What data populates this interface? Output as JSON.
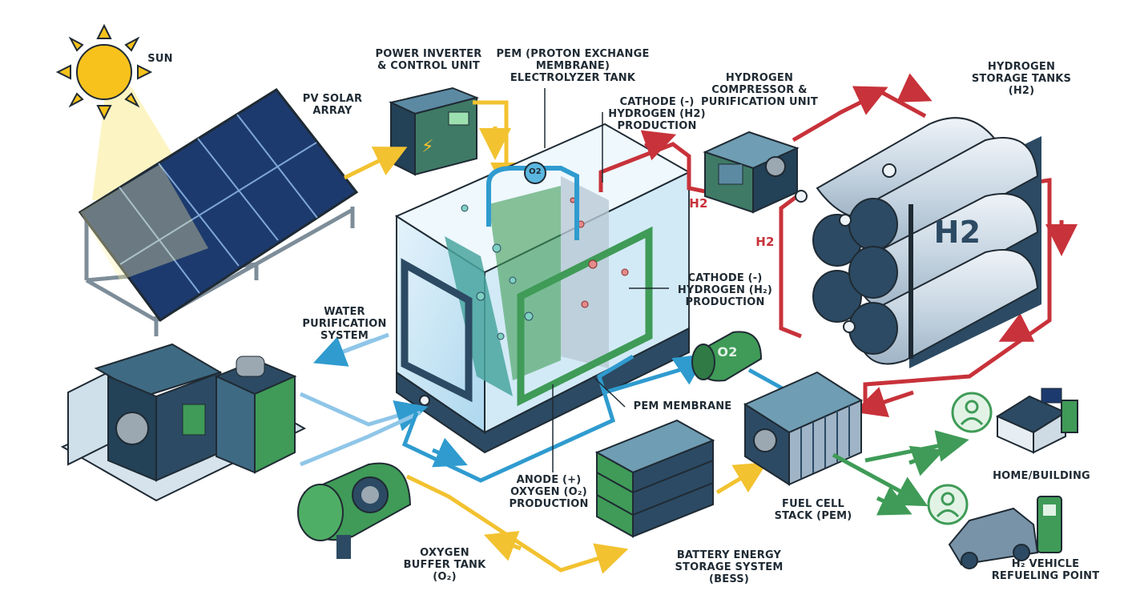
{
  "labels": {
    "sun": "SUN",
    "pv_array": "PV SOLAR\nARRAY",
    "inverter": "POWER INVERTER\n& CONTROL UNIT",
    "electrolyzer": "PEM (PROTON EXCHANGE\nMEMBRANE)\nELECTROLYZER TANK",
    "cathode_top": "CATHODE (-)\nHYDROGEN (H2)\nPRODUCTION",
    "compressor": "HYDROGEN\nCOMPRESSOR &\nPURIFICATION UNIT",
    "storage": "HYDROGEN\nSTORAGE TANKS\n(H2)",
    "cathode_mid": "CATHODE (-)\nHYDROGEN (H₂)\nPRODUCTION",
    "water": "WATER\nPURIFICATION\nSYSTEM",
    "membrane": "PEM MEMBRANE",
    "anode": "ANODE (+)\nOXYGEN (O₂)\nPRODUCTION",
    "oxygen_tank": "OXYGEN\nBUFFER TANK\n(O₂)",
    "battery": "BATTERY ENERGY\nSTORAGE SYSTEM\n(BESS)",
    "fuel_cell": "FUEL CELL\nSTACK (PEM)",
    "home": "HOME/BUILDING",
    "vehicle": "H₂ VEHICLE\nREFUELING POINT",
    "h2_pipe_1": "H2",
    "h2_pipe_2": "H2",
    "h2_tank": "H2",
    "o2_tank": "O2",
    "o2_badge": "O2"
  },
  "colors": {
    "power": "#f2c230",
    "hydrogen": "#c8323a",
    "oxygen": "#2f9bcf",
    "water": "#8fc6e8",
    "output": "#3f9b57",
    "equipment": "#2c4a63",
    "tank": "#d6e2ec"
  }
}
